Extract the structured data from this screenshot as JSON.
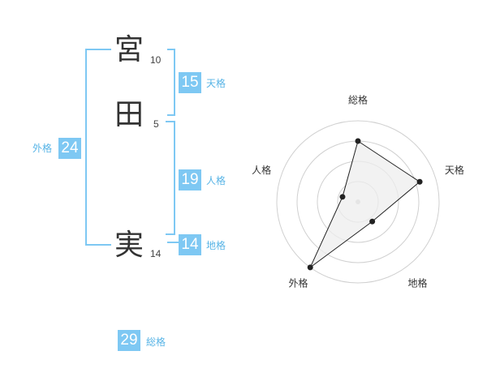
{
  "name": {
    "characters": [
      {
        "char": "宮",
        "strokes": "10"
      },
      {
        "char": "田",
        "strokes": "5"
      },
      {
        "char": "実",
        "strokes": "14"
      }
    ]
  },
  "fortunes": {
    "tenkaku": {
      "value": "15",
      "label": "天格"
    },
    "jinkaku": {
      "value": "19",
      "label": "人格"
    },
    "chikaku": {
      "value": "14",
      "label": "地格"
    },
    "gaikaku": {
      "value": "24",
      "label": "外格"
    },
    "soukaku": {
      "value": "29",
      "label": "総格"
    }
  },
  "colors": {
    "accent": "#7ec8f3",
    "label": "#58b4e6",
    "polygon_fill": "#eeeeee"
  },
  "chart_data": {
    "type": "radar",
    "axes": [
      "総格",
      "天格",
      "地格",
      "外格",
      "人格"
    ],
    "values": [
      0.75,
      0.8,
      0.3,
      1.0,
      0.2
    ],
    "rings": 4,
    "rmax": 1
  }
}
